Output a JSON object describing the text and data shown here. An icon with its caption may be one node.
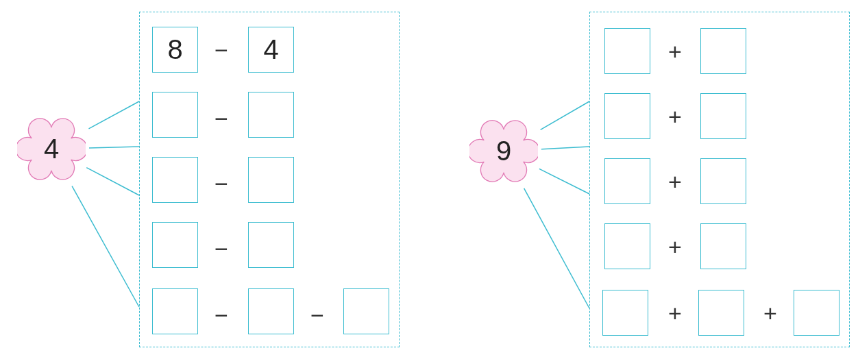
{
  "diagram": {
    "nodes": [
      {
        "text": [
          "4"
        ]
      },
      {
        "text": [],
        "shape": "box"
      },
      {
        "text": [
          "8"
        ],
        "in": 1
      },
      {
        "text": [
          "4"
        ],
        "in": 1
      },
      {
        "text": [],
        "shape": "box",
        "in": 1
      },
      {
        "text": [],
        "shape": "box",
        "in": 1
      },
      {
        "text": [],
        "shape": "box",
        "in": 1
      },
      {
        "text": [],
        "shape": "box",
        "in": 1
      },
      {
        "text": [],
        "shape": "box",
        "in": 1
      },
      {
        "text": [],
        "shape": "box",
        "in": 1
      },
      {
        "text": [],
        "shape": "box",
        "in": 1
      },
      {
        "text": [],
        "shape": "box",
        "in": 1
      },
      {
        "text": [],
        "shape": "box",
        "in": 1
      },
      {
        "text": [
          "9"
        ]
      },
      {
        "text": [],
        "shape": "box"
      },
      {
        "text": [],
        "shape": "box",
        "in": 14
      },
      {
        "text": [],
        "shape": "box",
        "in": 14
      },
      {
        "text": [],
        "shape": "box",
        "in": 14
      },
      {
        "text": [],
        "shape": "box",
        "in": 14
      },
      {
        "text": [],
        "shape": "box",
        "in": 14
      },
      {
        "text": [],
        "shape": "box",
        "in": 14
      },
      {
        "text": [],
        "shape": "box",
        "in": 14
      },
      {
        "text": [],
        "shape": "box",
        "in": 14
      },
      {
        "text": [],
        "shape": "box",
        "in": 14
      },
      {
        "text": [],
        "shape": "box",
        "in": 14
      },
      {
        "text": [],
        "shape": "box",
        "in": 14
      }
    ],
    "edges": [
      {
        "from": 0,
        "to": 1,
        "arrow": "none"
      },
      {
        "from": 0,
        "to": 1,
        "arrow": "none"
      },
      {
        "from": 0,
        "to": 1,
        "arrow": "none"
      },
      {
        "from": 0,
        "to": 1,
        "arrow": "none"
      },
      {
        "from": 13,
        "to": 14,
        "arrow": "none"
      },
      {
        "from": 13,
        "to": 14,
        "arrow": "none"
      },
      {
        "from": 13,
        "to": 14,
        "arrow": "none"
      },
      {
        "from": 13,
        "to": 14,
        "arrow": "none"
      }
    ],
    "labels": [
      "−",
      "−",
      "−",
      "−",
      "−",
      "−",
      "+",
      "+",
      "+",
      "+",
      "+",
      "+"
    ]
  }
}
